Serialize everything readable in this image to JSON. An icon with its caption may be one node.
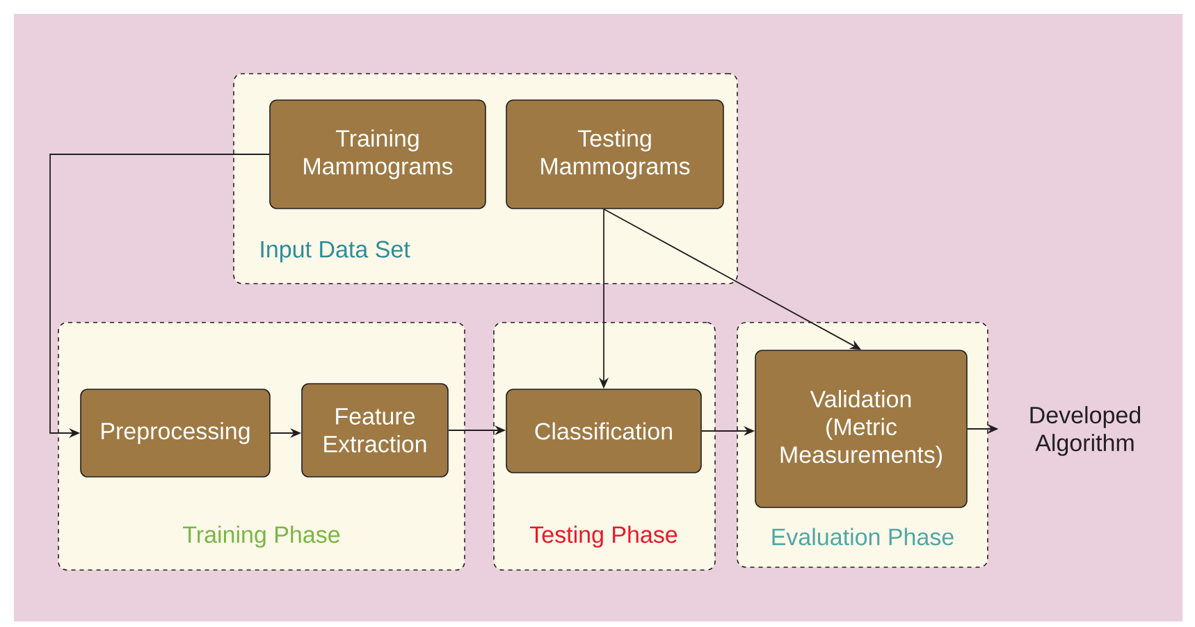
{
  "diagram": {
    "nodes": [
      {
        "text": [
          "Input Data Set"
        ]
      },
      {
        "text": [
          "Training Mammograms"
        ],
        "in": 0
      },
      {
        "text": [
          "Testing Mammograms"
        ],
        "in": 0
      },
      {
        "text": [
          "Training Phase"
        ]
      },
      {
        "text": [
          "Preprocessing"
        ],
        "in": 3
      },
      {
        "text": [
          "Feature Extraction"
        ],
        "in": 3
      },
      {
        "text": [
          "Testing Phase"
        ]
      },
      {
        "text": [
          "Classification"
        ],
        "in": 6
      },
      {
        "text": [
          "Evaluation Phase"
        ]
      },
      {
        "text": [
          "Validation (Metric Measurements)"
        ],
        "in": 8
      },
      {
        "text": [
          "Developed Algorithm"
        ]
      }
    ],
    "edges": [
      {
        "from": 1,
        "to": 4,
        "arrow": "to"
      },
      {
        "from": 4,
        "to": 5,
        "arrow": "to"
      },
      {
        "from": 5,
        "to": 7,
        "arrow": "to"
      },
      {
        "from": 2,
        "to": 7,
        "arrow": "to"
      },
      {
        "from": 2,
        "to": 9,
        "arrow": "to"
      },
      {
        "from": 7,
        "to": 9,
        "arrow": "to"
      },
      {
        "from": 9,
        "to": 10,
        "arrow": "to"
      }
    ]
  }
}
